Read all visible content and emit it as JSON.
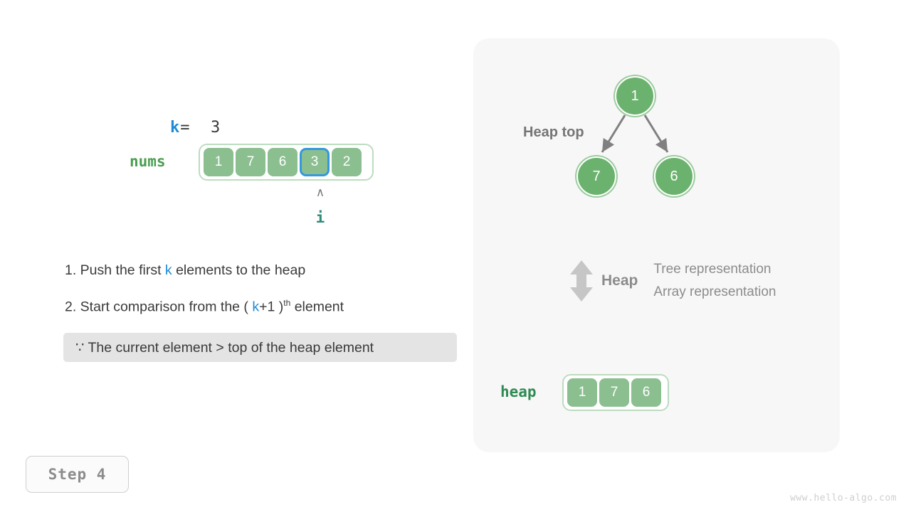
{
  "left": {
    "k_var": "k",
    "k_assign": "=  3",
    "nums_label": "nums",
    "nums_values": [
      "1",
      "7",
      "6",
      "3",
      "2"
    ],
    "highlight_index": 3,
    "pointer_caret": "∧",
    "pointer_label": "i",
    "steps": [
      {
        "prefix": "1. Push the first ",
        "var": "k",
        "suffix": " elements to the heap"
      },
      {
        "prefix": "2. Start comparison from the ( ",
        "var": "k",
        "mid": "+1 )",
        "sup": "th",
        "suffix": " element"
      }
    ],
    "reason": "∵ The current element > top of the heap element",
    "step_badge": "Step 4",
    "watermark": "www.hello-algo.com"
  },
  "right": {
    "heap_top_label": "Heap top",
    "tree": {
      "root": "1",
      "left_child": "7",
      "right_child": "6"
    },
    "legend": {
      "arrow_icon": "double-arrow-vertical-icon",
      "title": "Heap",
      "line1": "Tree representation",
      "line2": "Array representation"
    },
    "heap_label": "heap",
    "heap_values": [
      "1",
      "7",
      "6"
    ]
  },
  "colors": {
    "cell_green": "#8bbf90",
    "node_green": "#6cb26f",
    "outline_green": "#bcdcbf",
    "highlight_blue": "#3498db",
    "var_blue": "#1f8ad6",
    "label_green": "#4a9e52",
    "pointer_teal": "#2e8b78",
    "panel_bg": "#f7f7f7",
    "reason_bg": "#e4e4e4",
    "arrow_gray": "#808080",
    "muted_gray": "#8c8c8c"
  }
}
